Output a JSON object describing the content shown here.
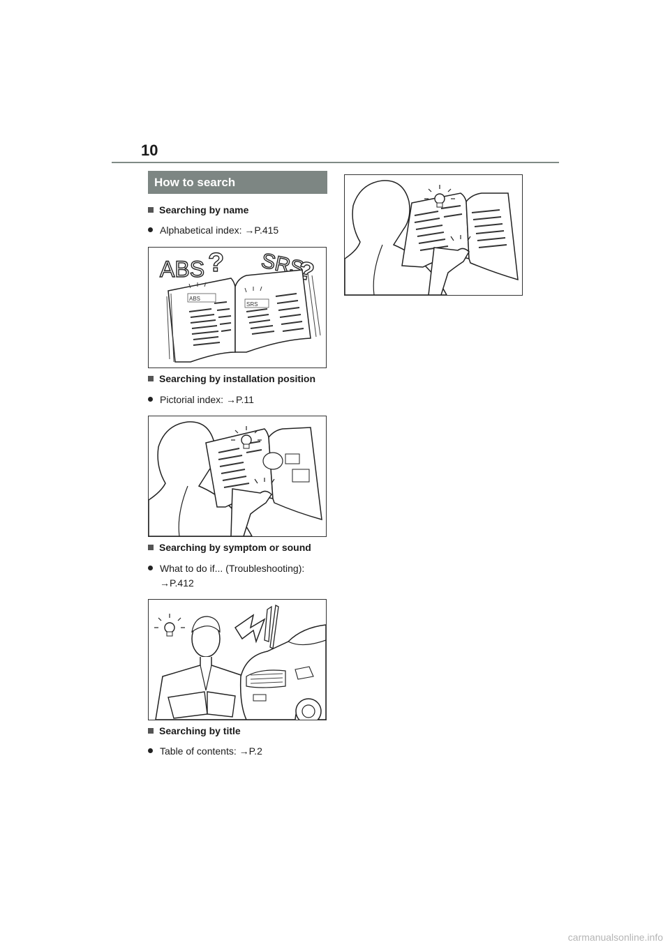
{
  "page": {
    "number": "10"
  },
  "section": {
    "title": "How to search"
  },
  "items": [
    {
      "heading": "Searching by name",
      "bullet": "Alphabetical index: ",
      "ref": "→P.415"
    },
    {
      "heading": "Searching by installation position",
      "bullet": "Pictorial index: ",
      "ref": "→P.11"
    },
    {
      "heading": "Searching by symptom or sound",
      "bullet": "What to do if... (Troubleshooting):",
      "ref": "→P.412"
    },
    {
      "heading": "Searching by title",
      "bullet": "Table of contents: ",
      "ref": "→P.2"
    }
  ],
  "illustrations": {
    "book": {
      "big_left": "ABS",
      "big_right": "SRS",
      "q": "?",
      "small_left": "ABS",
      "small_right": "SRS"
    }
  },
  "watermark": "carmanualsonline.info"
}
